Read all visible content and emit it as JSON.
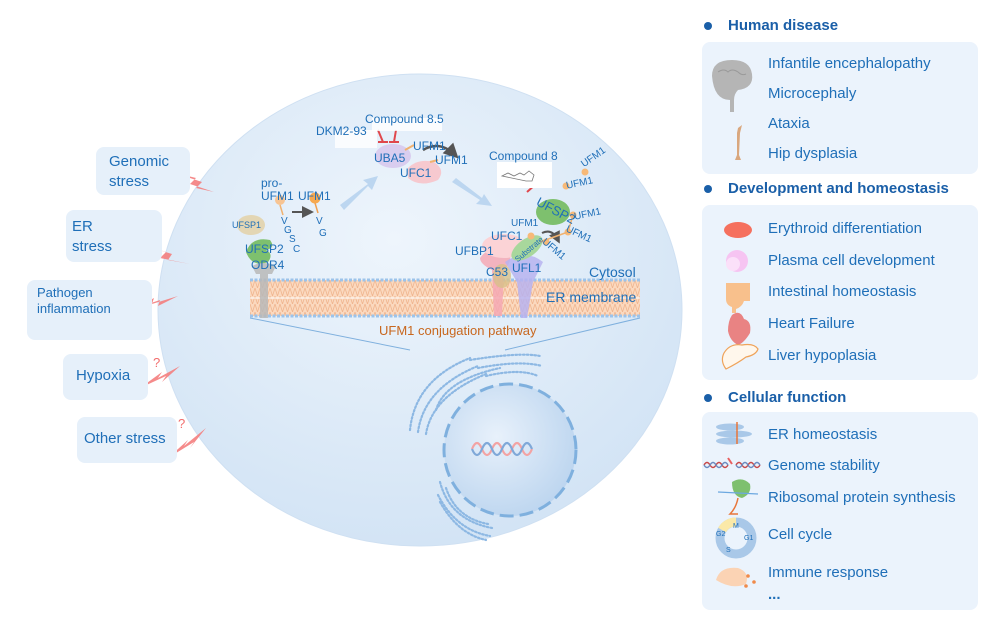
{
  "stressors": [
    {
      "label_line1": "Genomic",
      "label_line2": "stress",
      "unknown": false
    },
    {
      "label_line1": "ER",
      "label_line2": "stress",
      "unknown": false
    },
    {
      "label_line1": "Pathogen",
      "label_line2": "inflammation",
      "unknown": false
    },
    {
      "label_line1": "Hypoxia",
      "label_line2": "",
      "unknown": true,
      "mark": "?"
    },
    {
      "label_line1": "Other stress",
      "label_line2": "",
      "unknown": true,
      "mark": "?"
    }
  ],
  "cell": {
    "compartments": {
      "cytosol": "Cytosol",
      "membrane": "ER membrane"
    },
    "pathway_title": "UFM1 conjugation pathway",
    "maturation": {
      "pro_label_line1": "pro-",
      "pro_label_line2": "UFM1",
      "mature_label": "UFM1",
      "pro_tail": [
        "V",
        "G",
        "S",
        "C"
      ],
      "mature_tail": [
        "V",
        "G"
      ],
      "proteases": [
        "UFSP1",
        "UFSP2"
      ],
      "anchor": "ODR4"
    },
    "activation": {
      "e1": "UBA5",
      "e2": "UFC1",
      "ufm1_labels": [
        "UFM1",
        "UFM1"
      ],
      "inhibitors": [
        "DKM2-93",
        "Compound 8.5"
      ]
    },
    "ligation": {
      "e3": "UFL1",
      "adaptors": [
        "UFBP1",
        "C53"
      ],
      "e2": "UFC1",
      "e2_ufm1": "UFM1",
      "substrate": "Substrate",
      "deconjugase": "UFSP2",
      "deconjugase_inhibitor": "Compound 8",
      "chain_ufm1": [
        "UFM1",
        "UFM1",
        "UFM1",
        "UFM1",
        "UFM1"
      ]
    }
  },
  "right_panel": {
    "sections": [
      {
        "title": "Human disease",
        "items": [
          {
            "label": "Infantile encephalopathy",
            "icon": "brain-icon"
          },
          {
            "label": "Microcephaly",
            "icon": "brain-icon"
          },
          {
            "label": "Ataxia",
            "icon": "bone-icon"
          },
          {
            "label": "Hip dysplasia",
            "icon": "bone-icon"
          }
        ]
      },
      {
        "title": "Development and homeostasis",
        "items": [
          {
            "label": "Erythroid differentiation",
            "icon": "red-blood-cell-icon"
          },
          {
            "label": "Plasma cell development",
            "icon": "plasma-cell-icon"
          },
          {
            "label": "Intestinal homeostasis",
            "icon": "intestine-icon"
          },
          {
            "label": "Heart Failure",
            "icon": "heart-icon"
          },
          {
            "label": "Liver hypoplasia",
            "icon": "liver-icon"
          }
        ]
      },
      {
        "title": "Cellular function",
        "items": [
          {
            "label": "ER homeostasis",
            "icon": "er-icon"
          },
          {
            "label": "Genome stability",
            "icon": "dna-icon"
          },
          {
            "label": "Ribosomal protein synthesis",
            "icon": "ribosome-icon"
          },
          {
            "label": "Cell cycle",
            "icon": "cell-cycle-icon",
            "phases": [
              "G2",
              "M",
              "G1",
              "S"
            ]
          },
          {
            "label": "Immune response",
            "icon": "immune-cell-icon"
          }
        ],
        "more": "..."
      }
    ]
  },
  "colors": {
    "text_blue": "#1f6fb8",
    "heading_blue": "#1a5fa8",
    "cell_fill": "#dbe9f7",
    "panel_fill": "#ebf3fc",
    "membrane": "#f7c9a8",
    "pathway_title": "#c8671e",
    "bolt": "#f26d6d",
    "inhibitor": "#e0474c"
  }
}
